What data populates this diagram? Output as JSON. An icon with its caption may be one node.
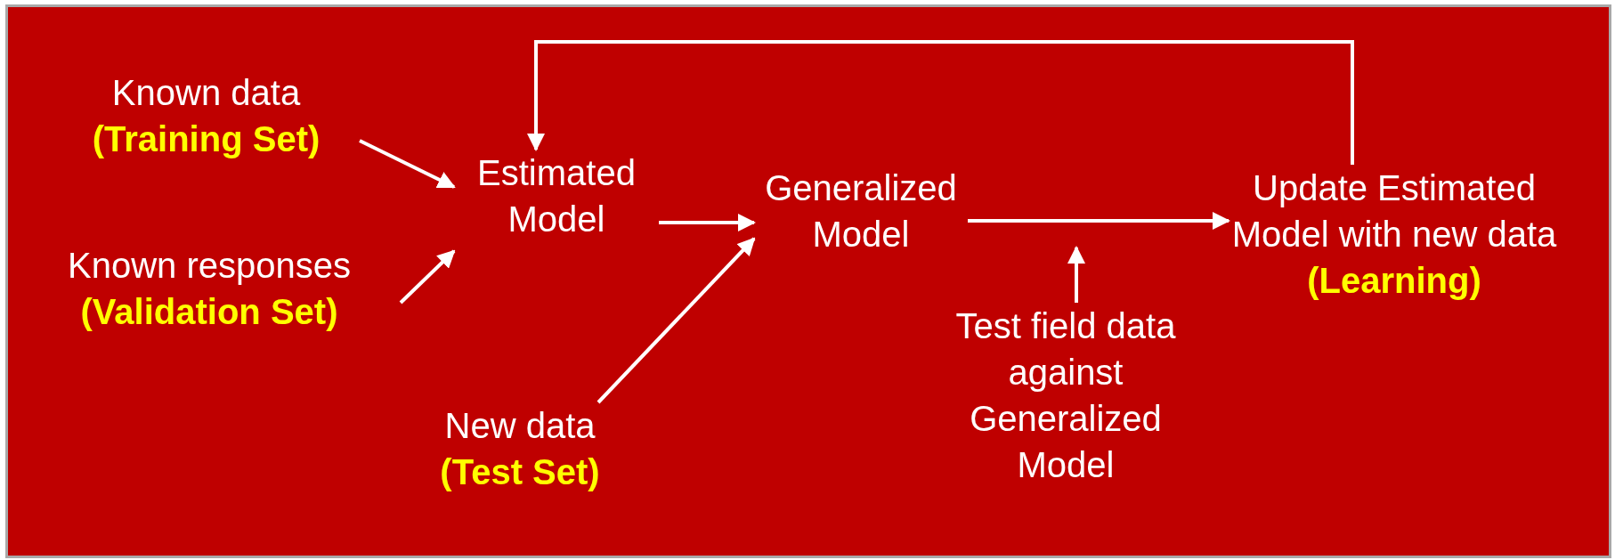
{
  "diagram": {
    "nodes": [
      {
        "text": [
          "Known data",
          "(Training Set)"
        ]
      },
      {
        "text": [
          "Known responses",
          "(Validation Set)"
        ]
      },
      {
        "text": [
          "Estimated Model"
        ]
      },
      {
        "text": [
          "Generalized Model"
        ]
      },
      {
        "text": [
          "New data",
          "(Test Set)"
        ]
      },
      {
        "text": [
          "Test field data against Generalized Model"
        ]
      },
      {
        "text": [
          "Update Estimated Model with new data",
          "(Learning)"
        ]
      }
    ],
    "edges": [
      {
        "from": 0,
        "to": 2,
        "arrow": "to"
      },
      {
        "from": 1,
        "to": 2,
        "arrow": "to"
      },
      {
        "from": 2,
        "to": 3,
        "arrow": "to"
      },
      {
        "from": 4,
        "to": 3,
        "arrow": "to"
      },
      {
        "from": 3,
        "to": 6,
        "arrow": "to"
      },
      {
        "from": 5,
        "to": null,
        "arrow": "to"
      },
      {
        "from": 6,
        "to": 2,
        "arrow": "to"
      }
    ]
  }
}
